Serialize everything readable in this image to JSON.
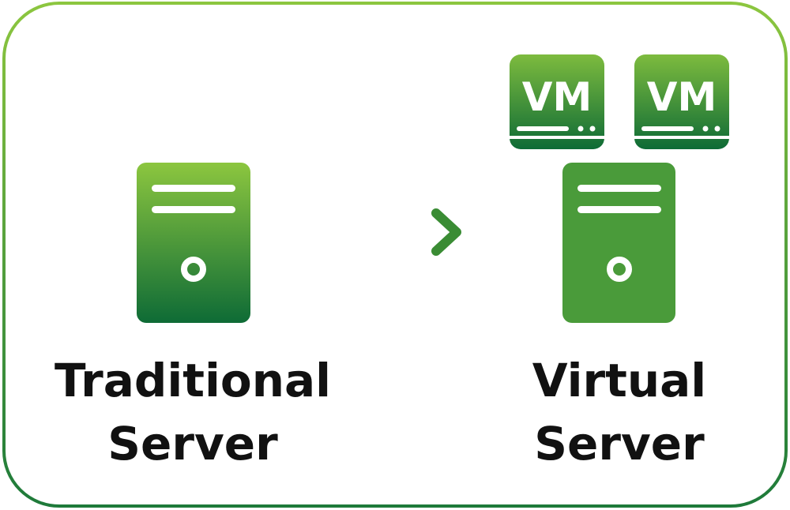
{
  "diagram": {
    "colors": {
      "green_light": "#8cc63f",
      "green_dark": "#006837",
      "green_mid": "#4a9b3a",
      "text": "#111111",
      "background": "#ffffff"
    },
    "left": {
      "label_line1": "Traditional",
      "label_line2": "Server",
      "icon": "server-icon"
    },
    "arrow": {
      "icon": "arrow-right-icon"
    },
    "right": {
      "label_line1": "Virtual",
      "label_line2": "Server",
      "icon": "server-icon",
      "vms": [
        {
          "label": "VM",
          "icon": "virtual-machine-icon"
        },
        {
          "label": "VM",
          "icon": "virtual-machine-icon"
        }
      ]
    }
  }
}
